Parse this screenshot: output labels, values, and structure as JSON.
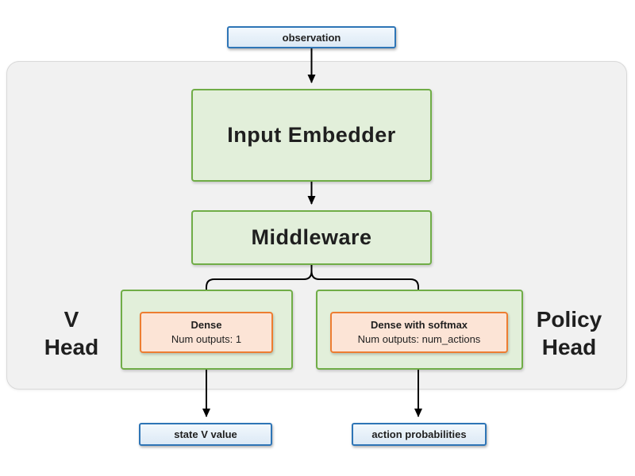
{
  "nodes": {
    "observation": "observation",
    "input_embedder": "Input Embedder",
    "middleware": "Middleware",
    "v_head": {
      "line1": "V",
      "line2": "Head"
    },
    "policy_head": {
      "line1": "Policy",
      "line2": "Head"
    },
    "dense_v": {
      "title": "Dense",
      "subtitle": "Num outputs: 1"
    },
    "dense_policy": {
      "title": "Dense with softmax",
      "subtitle": "Num outputs: num_actions"
    },
    "state_v_value": "state V value",
    "action_probabilities": "action probabilities"
  },
  "colors": {
    "io_fill": "#dce9f5",
    "io_border": "#2e75b6",
    "block_fill": "#e2efda",
    "block_border": "#70ad47",
    "dense_fill": "#fce4d6",
    "dense_border": "#ed7d31",
    "container_fill": "#f1f1f1",
    "container_border": "#d9d9d9",
    "arrow": "#000000"
  }
}
